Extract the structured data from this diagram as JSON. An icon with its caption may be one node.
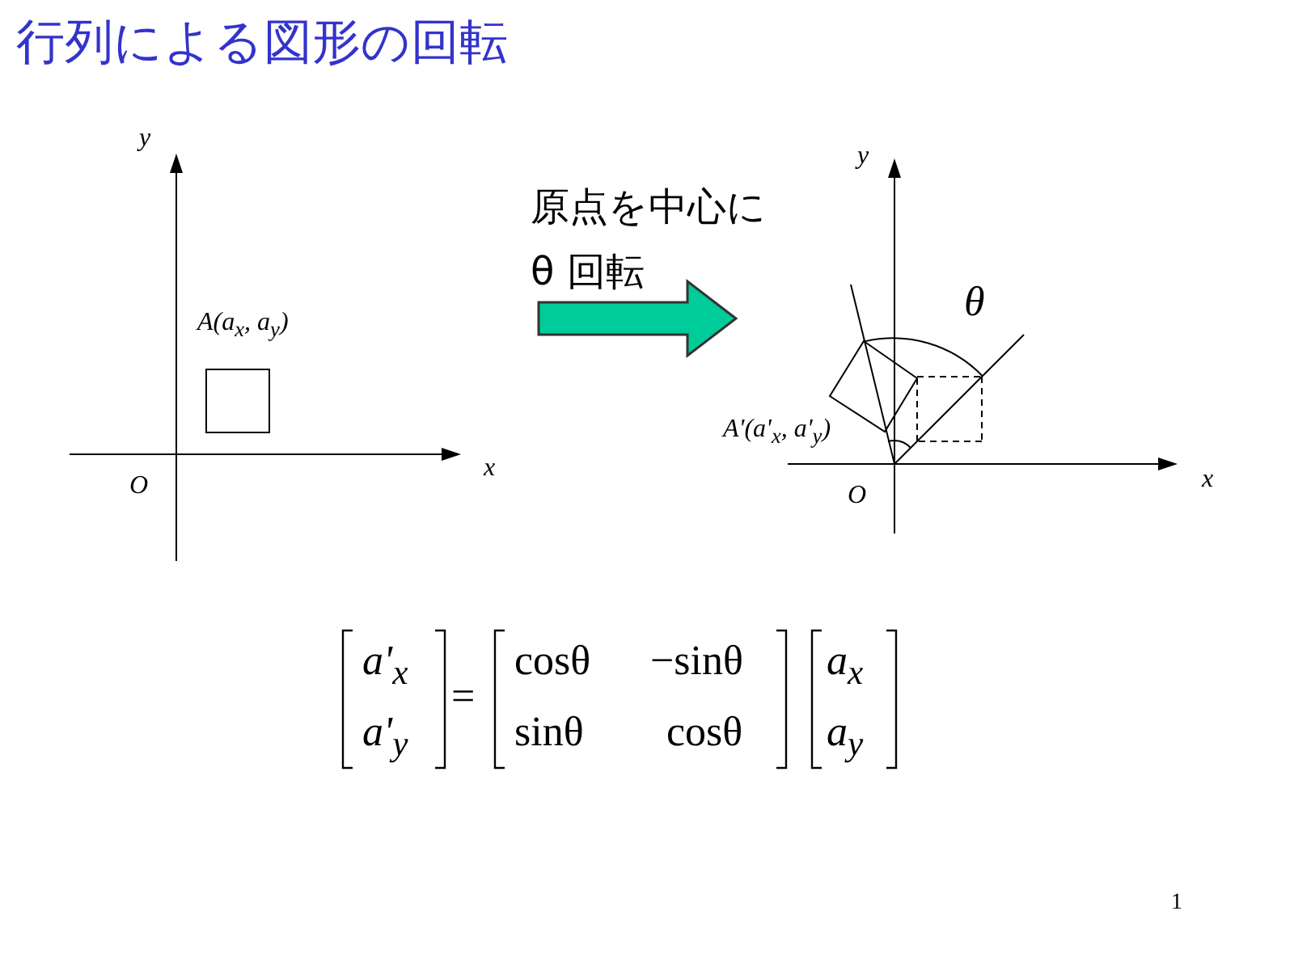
{
  "diagram": {
    "title": "行列による図形の回転",
    "nodes": [
      {
        "text": [],
        "shape": "box",
        "beside": [
          "A(a$_{x}$, a$_{y}$)"
        ]
      },
      {
        "text": [],
        "shape": "box",
        "beside": [
          "A'(a'$_{x}$, a'$_{y}$)"
        ]
      }
    ],
    "labels": [
      "y",
      "x",
      "O",
      "原点を中心に θ 回転",
      "y",
      "θ",
      "x",
      "O",
      "a'$_{x}$",
      "=",
      "cosθ",
      "−sinθ",
      "a$_{x}$",
      "a'$_{y}$",
      "sinθ",
      "cosθ",
      "a$_{y}$",
      "1"
    ]
  }
}
